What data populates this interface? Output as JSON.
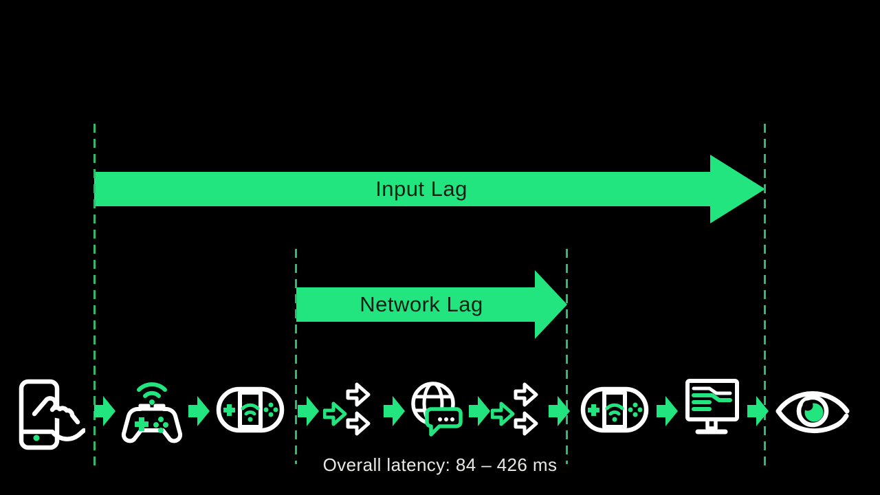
{
  "diagram": {
    "bars": [
      {
        "id": "input-lag",
        "label": "Input Lag"
      },
      {
        "id": "network-lag",
        "label": "Network Lag"
      }
    ],
    "pipeline": {
      "steps": [
        {
          "icon": "phone-touch-icon"
        },
        {
          "icon": "game-controller-wifi-icon"
        },
        {
          "icon": "handheld-console-wifi-icon"
        },
        {
          "icon": "network-split-arrows-icon"
        },
        {
          "icon": "internet-globe-chat-icon"
        },
        {
          "icon": "network-split-arrows-icon"
        },
        {
          "icon": "handheld-console-wifi-icon"
        },
        {
          "icon": "desktop-monitor-stream-icon"
        },
        {
          "icon": "eye-icon"
        }
      ],
      "connector_icon": "arrow-right-icon"
    },
    "footer": {
      "overall_latency_label": "Overall latency:",
      "overall_latency_value": "84 – 426 ms"
    },
    "colors": {
      "accent_green": "#22e57f",
      "dash_green": "#31b96d",
      "bar_label_dark": "#0a2015",
      "footer_text": "#e8e8e6",
      "icon_stroke": "#ffffff",
      "background": "#000000"
    }
  }
}
